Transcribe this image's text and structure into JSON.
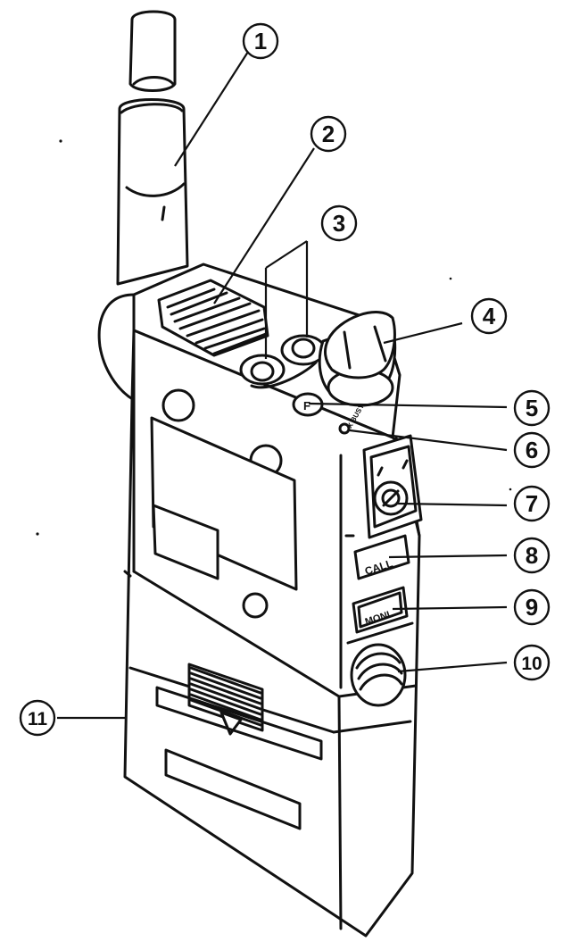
{
  "callouts": [
    {
      "id": "1",
      "text": "1"
    },
    {
      "id": "2",
      "text": "2"
    },
    {
      "id": "3",
      "text": "3"
    },
    {
      "id": "4",
      "text": "4"
    },
    {
      "id": "5",
      "text": "5"
    },
    {
      "id": "6",
      "text": "6"
    },
    {
      "id": "7",
      "text": "7"
    },
    {
      "id": "8",
      "text": "8"
    },
    {
      "id": "9",
      "text": "9"
    },
    {
      "id": "10",
      "text": "10"
    },
    {
      "id": "11",
      "text": "11"
    }
  ],
  "device_labels": {
    "call_button": "CALL",
    "monitor_button": "MONI",
    "tx_busy_indicator": "TX BUSY",
    "function_key": "F"
  }
}
